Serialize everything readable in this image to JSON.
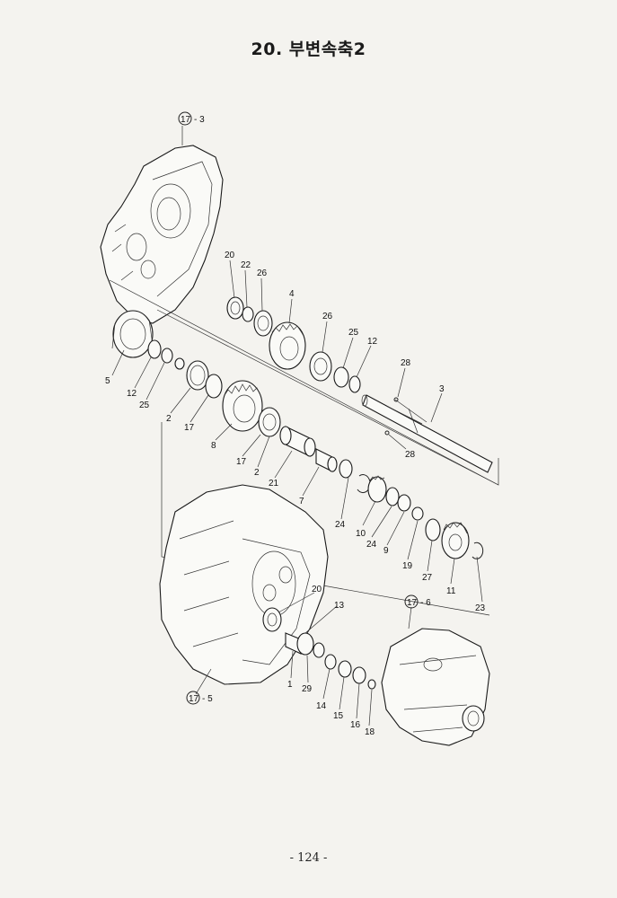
{
  "title": "20. 부변속축2",
  "page_number": "- 124 -",
  "reference_labels": {
    "housing_top": "17",
    "housing_top_suffix": "- 3",
    "housing_bottom": "17",
    "housing_bottom_suffix": "- 5",
    "cover_right": "17",
    "cover_right_suffix": "- 6"
  },
  "part_labels": {
    "p20a": "20",
    "p22": "22",
    "p26a": "26",
    "p4": "4",
    "p26b": "26",
    "p25a": "25",
    "p12a": "12",
    "p28a": "28",
    "p3": "3",
    "p28b": "28",
    "p5": "5",
    "p12b": "12",
    "p25b": "25",
    "p2a": "2",
    "p17a": "17",
    "p8": "8",
    "p17b": "17",
    "p2b": "2",
    "p21": "21",
    "p7": "7",
    "p24a": "24",
    "p10": "10",
    "p24b": "24",
    "p9": "9",
    "p19": "19",
    "p27": "27",
    "p11": "11",
    "p23": "23",
    "p20b": "20",
    "p13": "13",
    "p1": "1",
    "p29": "29",
    "p14": "14",
    "p15": "15",
    "p16": "16",
    "p18": "18"
  }
}
